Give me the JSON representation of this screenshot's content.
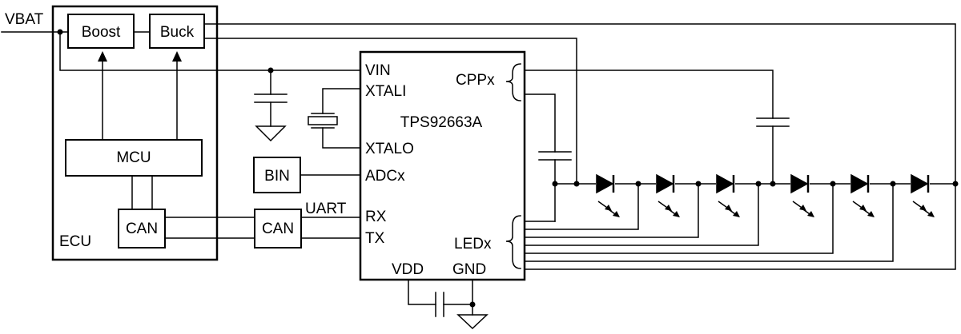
{
  "labels": {
    "vbat": "VBAT",
    "boost": "Boost",
    "buck": "Buck",
    "mcu": "MCU",
    "can_ecu": "CAN",
    "ecu": "ECU",
    "bin": "BIN",
    "can_mid": "CAN",
    "uart": "UART",
    "chip": "TPS92663A",
    "vin": "VIN",
    "xtali": "XTALI",
    "xtalo": "XTALO",
    "adcx": "ADCx",
    "rx": "RX",
    "tx": "TX",
    "cppx": "CPPx",
    "ledx": "LEDx",
    "vdd": "VDD",
    "gnd": "GND"
  },
  "leds": {
    "count": 6
  }
}
